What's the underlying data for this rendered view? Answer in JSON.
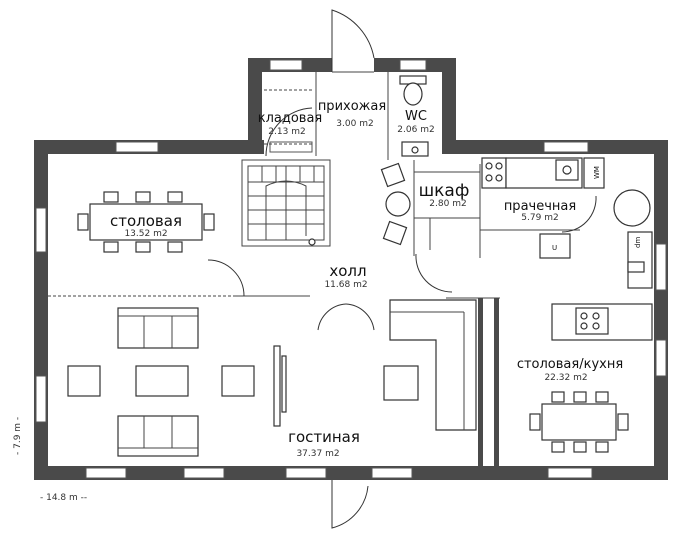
{
  "rooms": {
    "pantry": {
      "name": "кладовая",
      "area": "2.13 m2"
    },
    "entrance": {
      "name": "прихожая",
      "area": "3.00 m2"
    },
    "wc": {
      "name": "WC",
      "area": "2.06 m2"
    },
    "wardrobe": {
      "name": "шкаф",
      "area": "2.80 m2"
    },
    "laundry": {
      "name": "прачечная",
      "area": "5.79 m2"
    },
    "dining": {
      "name": "столовая",
      "area": "13.52 m2"
    },
    "hall": {
      "name": "холл",
      "area": "11.68 m2"
    },
    "kitchen_dining": {
      "name": "столовая/кухня",
      "area": "22.32 m2"
    },
    "living": {
      "name": "гостиная",
      "area": "37.37 m2"
    }
  },
  "dimensions": {
    "height": "- 7.9 m -",
    "width": "- 14.8 m --"
  },
  "appliances": {
    "washer": "WM",
    "dishwasher": "dm"
  }
}
